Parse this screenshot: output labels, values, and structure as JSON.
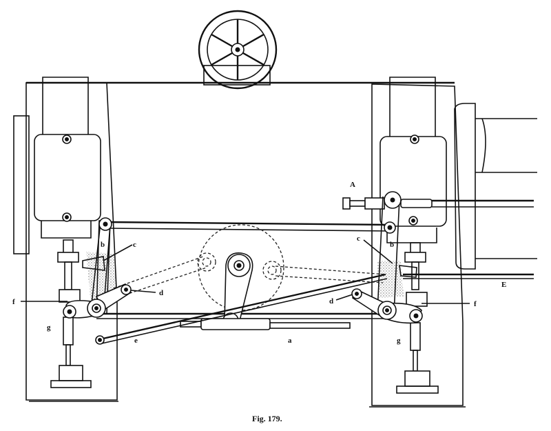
{
  "figure": {
    "caption": "Fig. 179."
  },
  "labels": {
    "A": "A",
    "E": "E",
    "a": "a",
    "b_left": "b",
    "b_right": "b",
    "c_left": "c",
    "c_right": "c",
    "d_left": "d",
    "d_right": "d",
    "e": "e",
    "f_left": "f",
    "f_right": "f",
    "g_left": "g",
    "g_right": "g"
  }
}
